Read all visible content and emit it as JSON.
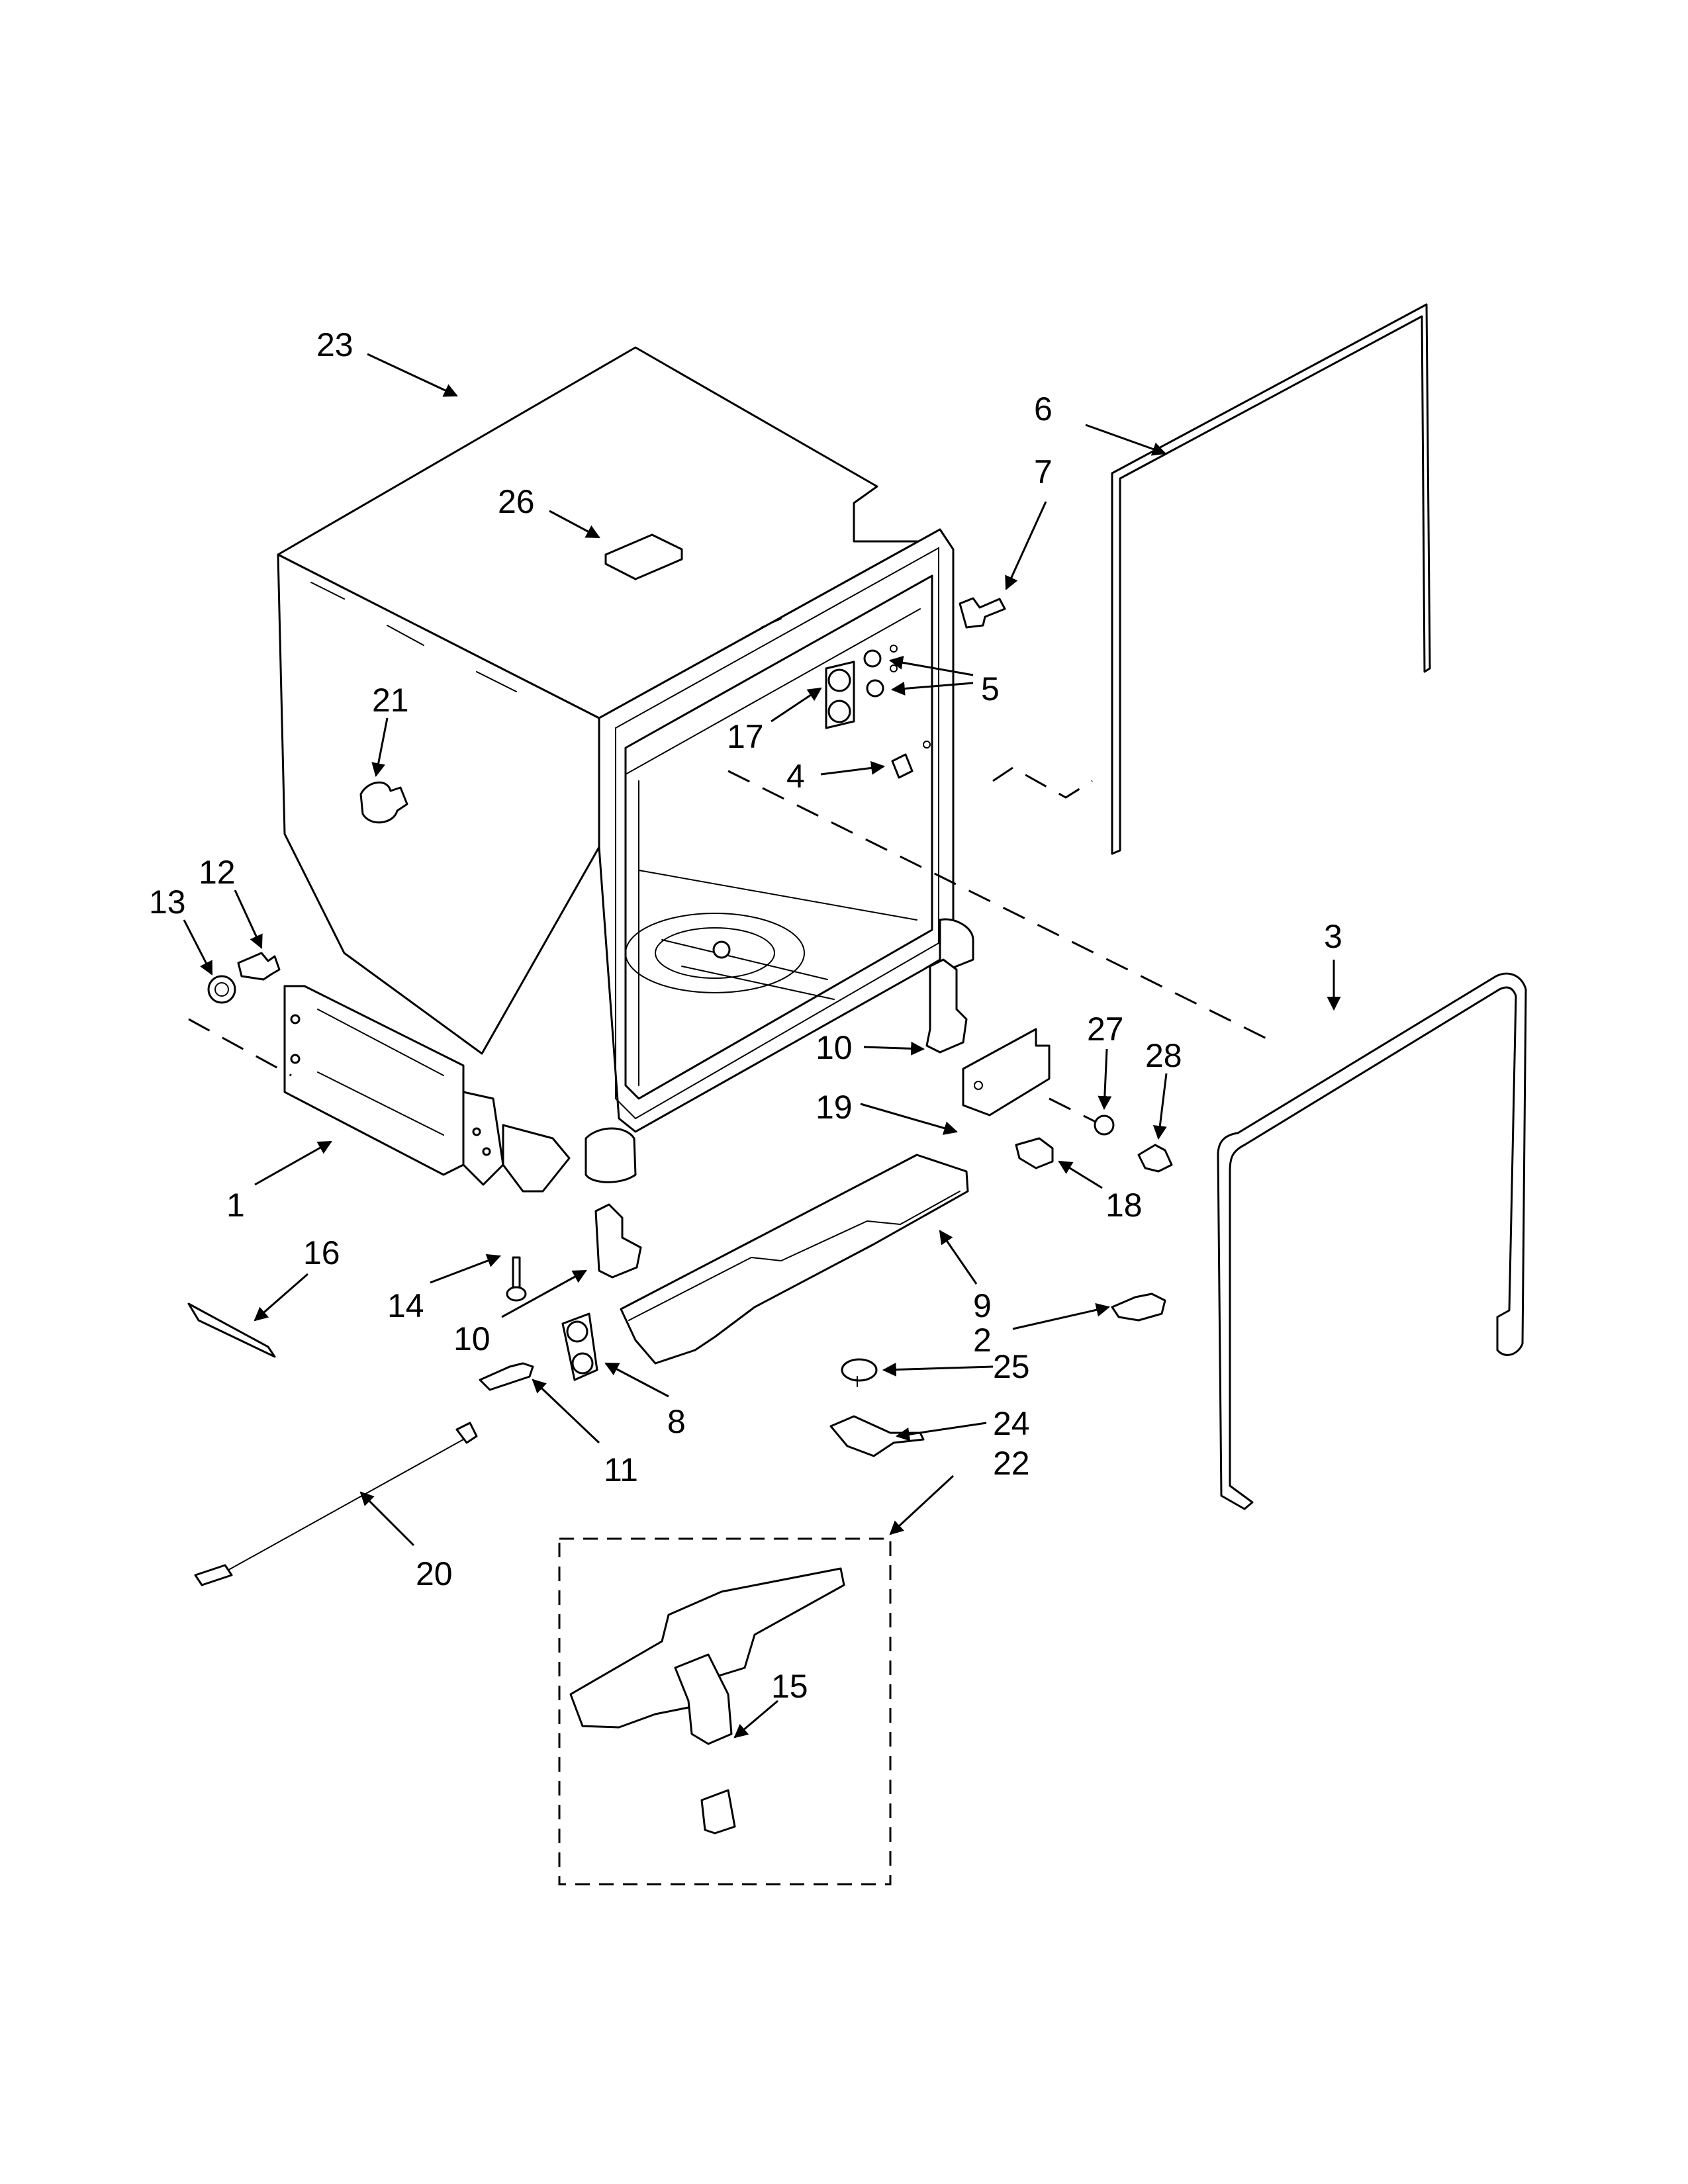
{
  "callouts": [
    {
      "id": "c23",
      "label": "23"
    },
    {
      "id": "c26",
      "label": "26"
    },
    {
      "id": "c21",
      "label": "21"
    },
    {
      "id": "c6",
      "label": "6"
    },
    {
      "id": "c7",
      "label": "7"
    },
    {
      "id": "c5",
      "label": "5"
    },
    {
      "id": "c17",
      "label": "17"
    },
    {
      "id": "c4",
      "label": "4"
    },
    {
      "id": "c12",
      "label": "12"
    },
    {
      "id": "c13",
      "label": "13"
    },
    {
      "id": "c3",
      "label": "3"
    },
    {
      "id": "c27",
      "label": "27"
    },
    {
      "id": "c28",
      "label": "28"
    },
    {
      "id": "c10a",
      "label": "10"
    },
    {
      "id": "c19",
      "label": "19"
    },
    {
      "id": "c18",
      "label": "18"
    },
    {
      "id": "c1",
      "label": "1"
    },
    {
      "id": "c16",
      "label": "16"
    },
    {
      "id": "c14",
      "label": "14"
    },
    {
      "id": "c10b",
      "label": "10"
    },
    {
      "id": "c9",
      "label": "9"
    },
    {
      "id": "c2",
      "label": "2"
    },
    {
      "id": "c25",
      "label": "25"
    },
    {
      "id": "c8",
      "label": "8"
    },
    {
      "id": "c11",
      "label": "11"
    },
    {
      "id": "c24",
      "label": "24"
    },
    {
      "id": "c22",
      "label": "22"
    },
    {
      "id": "c20",
      "label": "20"
    },
    {
      "id": "c15",
      "label": "15"
    }
  ]
}
